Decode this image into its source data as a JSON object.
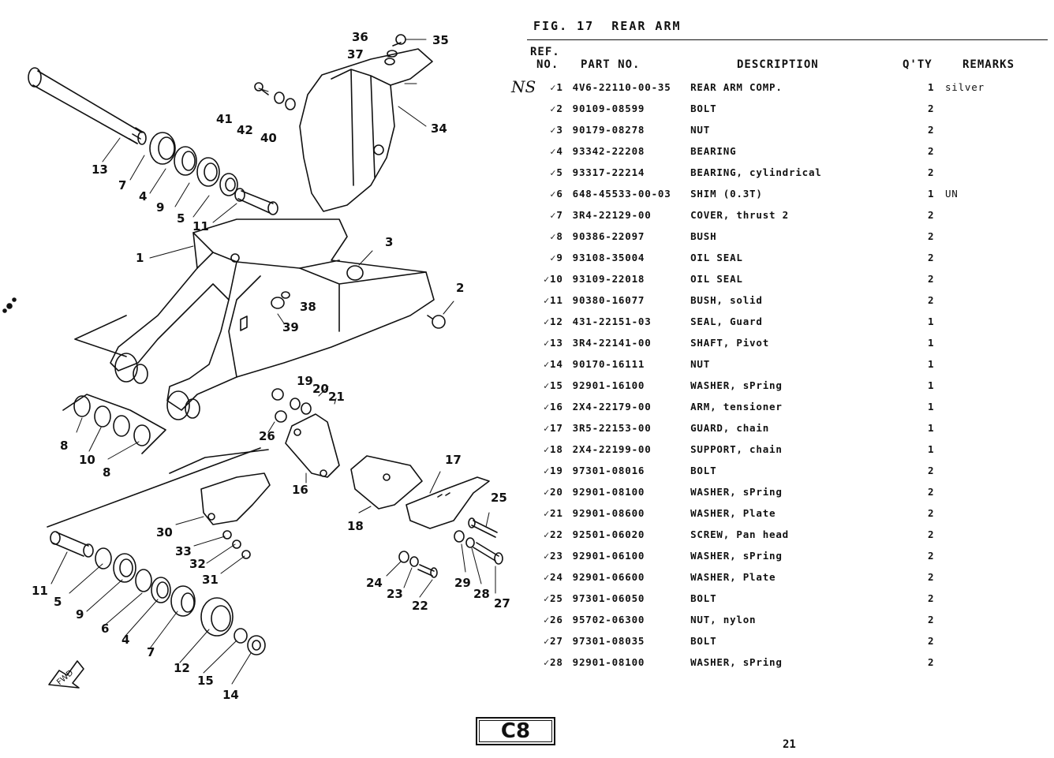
{
  "figure": {
    "number_label": "FIG. 17",
    "title": "REAR ARM"
  },
  "table_headers": {
    "ref_line1": "REF.",
    "ref_line2": "NO.",
    "part_no": "PART NO.",
    "description": "DESCRIPTION",
    "qty": "Q'TY",
    "remarks": "REMARKS"
  },
  "parts": [
    {
      "ref": "1",
      "part": "4V6-22110-00-35",
      "desc": "REAR ARM COMP.",
      "qty": "1",
      "remarks": "silver"
    },
    {
      "ref": "2",
      "part": "90109-08599",
      "desc": "BOLT",
      "qty": "2",
      "remarks": ""
    },
    {
      "ref": "3",
      "part": "90179-08278",
      "desc": "NUT",
      "qty": "2",
      "remarks": ""
    },
    {
      "ref": "4",
      "part": "93342-22208",
      "desc": "BEARING",
      "qty": "2",
      "remarks": ""
    },
    {
      "ref": "5",
      "part": "93317-22214",
      "desc": "BEARING, cylindrical",
      "qty": "2",
      "remarks": ""
    },
    {
      "ref": "6",
      "part": "648-45533-00-03",
      "desc": "SHIM (0.3T)",
      "qty": "1",
      "remarks": "UN"
    },
    {
      "ref": "7",
      "part": "3R4-22129-00",
      "desc": "COVER, thrust 2",
      "qty": "2",
      "remarks": ""
    },
    {
      "ref": "8",
      "part": "90386-22097",
      "desc": "BUSH",
      "qty": "2",
      "remarks": ""
    },
    {
      "ref": "9",
      "part": "93108-35004",
      "desc": "OIL SEAL",
      "qty": "2",
      "remarks": ""
    },
    {
      "ref": "10",
      "part": "93109-22018",
      "desc": "OIL SEAL",
      "qty": "2",
      "remarks": ""
    },
    {
      "ref": "11",
      "part": "90380-16077",
      "desc": "BUSH, solid",
      "qty": "2",
      "remarks": ""
    },
    {
      "ref": "12",
      "part": "431-22151-03",
      "desc": "SEAL, Guard",
      "qty": "1",
      "remarks": ""
    },
    {
      "ref": "13",
      "part": "3R4-22141-00",
      "desc": "SHAFT, Pivot",
      "qty": "1",
      "remarks": ""
    },
    {
      "ref": "14",
      "part": "90170-16111",
      "desc": "NUT",
      "qty": "1",
      "remarks": ""
    },
    {
      "ref": "15",
      "part": "92901-16100",
      "desc": "WASHER, sPring",
      "qty": "1",
      "remarks": ""
    },
    {
      "ref": "16",
      "part": "2X4-22179-00",
      "desc": "ARM, tensioner",
      "qty": "1",
      "remarks": ""
    },
    {
      "ref": "17",
      "part": "3R5-22153-00",
      "desc": "GUARD, chain",
      "qty": "1",
      "remarks": ""
    },
    {
      "ref": "18",
      "part": "2X4-22199-00",
      "desc": "SUPPORT, chain",
      "qty": "1",
      "remarks": ""
    },
    {
      "ref": "19",
      "part": "97301-08016",
      "desc": "BOLT",
      "qty": "2",
      "remarks": ""
    },
    {
      "ref": "20",
      "part": "92901-08100",
      "desc": "WASHER, sPring",
      "qty": "2",
      "remarks": ""
    },
    {
      "ref": "21",
      "part": "92901-08600",
      "desc": "WASHER, Plate",
      "qty": "2",
      "remarks": ""
    },
    {
      "ref": "22",
      "part": "92501-06020",
      "desc": "SCREW, Pan head",
      "qty": "2",
      "remarks": ""
    },
    {
      "ref": "23",
      "part": "92901-06100",
      "desc": "WASHER, sPring",
      "qty": "2",
      "remarks": ""
    },
    {
      "ref": "24",
      "part": "92901-06600",
      "desc": "WASHER, Plate",
      "qty": "2",
      "remarks": ""
    },
    {
      "ref": "25",
      "part": "97301-06050",
      "desc": "BOLT",
      "qty": "2",
      "remarks": ""
    },
    {
      "ref": "26",
      "part": "95702-06300",
      "desc": "NUT, nylon",
      "qty": "2",
      "remarks": ""
    },
    {
      "ref": "27",
      "part": "97301-08035",
      "desc": "BOLT",
      "qty": "2",
      "remarks": ""
    },
    {
      "ref": "28",
      "part": "92901-08100",
      "desc": "WASHER, sPring",
      "qty": "2",
      "remarks": ""
    }
  ],
  "callouts": [
    "36",
    "35",
    "37",
    "41",
    "42",
    "40",
    "34",
    "13",
    "7",
    "4",
    "9",
    "5",
    "11",
    "1",
    "3",
    "2",
    "38",
    "39",
    "19",
    "20",
    "21",
    "26",
    "17",
    "25",
    "8",
    "10",
    "8",
    "16",
    "18",
    "30",
    "33",
    "32",
    "31",
    "11",
    "5",
    "9",
    "6",
    "4",
    "7",
    "12",
    "15",
    "14",
    "24",
    "23",
    "22",
    "29",
    "28",
    "27"
  ],
  "handwritten_mark": "NS",
  "fwd_label": "FWD",
  "stamp": "C8",
  "page_number": "21"
}
